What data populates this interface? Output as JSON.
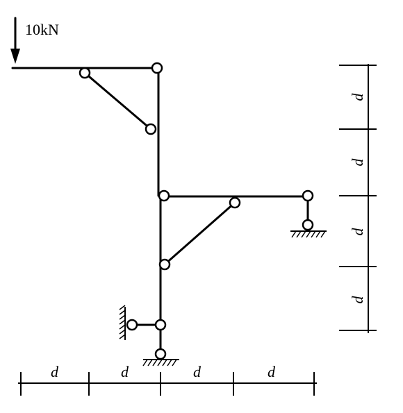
{
  "load": {
    "label": "10kN"
  },
  "dimensions": {
    "horizontal": [
      "d",
      "d",
      "d",
      "d"
    ],
    "vertical": [
      "d",
      "d",
      "d",
      "d"
    ]
  }
}
